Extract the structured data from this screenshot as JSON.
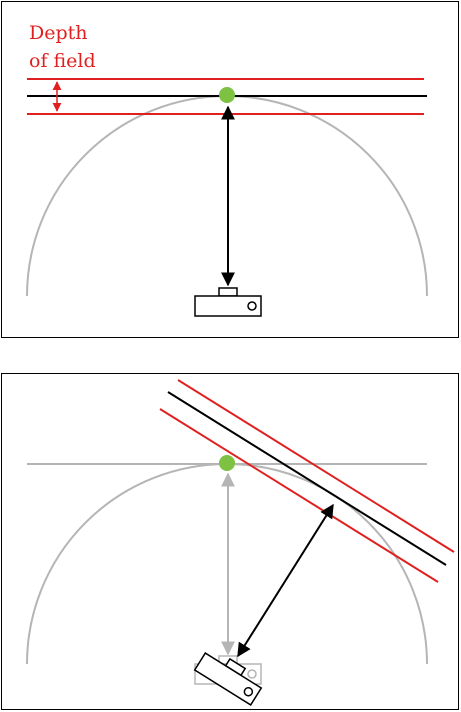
{
  "top_panel": {
    "label_line1": "Depth",
    "label_line2": "of field"
  },
  "colors": {
    "focus_plane": "#000000",
    "dof_limits": "#e02020",
    "subject": "#7dc243",
    "arc": "#b5b5b5",
    "camera": "#000000",
    "ghost_camera": "#b5b5b5"
  },
  "icons": [
    "subject-dot",
    "camera-icon",
    "distance-arrow",
    "dof-arrow"
  ]
}
